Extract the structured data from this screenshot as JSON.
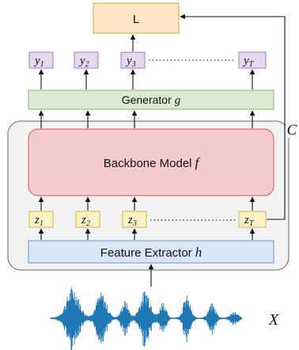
{
  "diagram": {
    "loss_label": "L",
    "generator_label": "Generator",
    "generator_symbol": "g",
    "backbone_label": "Backbone Model",
    "backbone_symbol": "f",
    "feature_label": "Feature Extractor",
    "feature_symbol": "h",
    "condition_label": "C",
    "input_label": "X",
    "outputs": [
      {
        "base": "y",
        "sub": "1"
      },
      {
        "base": "y",
        "sub": "2"
      },
      {
        "base": "y",
        "sub": "3"
      },
      {
        "base": "y",
        "sub": "T"
      }
    ],
    "latents": [
      {
        "base": "z",
        "sub": "1"
      },
      {
        "base": "z",
        "sub": "2"
      },
      {
        "base": "z",
        "sub": "3"
      },
      {
        "base": "z",
        "sub": "T"
      }
    ],
    "colors": {
      "loss_fill": "#fde6c3",
      "loss_stroke": "#d9a441",
      "token_fill": "#e6d9ef",
      "token_stroke": "#9e7cc1",
      "generator_fill": "#d9ecd2",
      "generator_stroke": "#85b472",
      "backbone_fill": "#f6cbcb",
      "backbone_stroke": "#c8595c",
      "latent_fill": "#fff2c6",
      "latent_stroke": "#d5b443",
      "feature_fill": "#d9e6f7",
      "feature_stroke": "#6c94c8",
      "container_fill": "#f2f2f2",
      "container_stroke": "#666666",
      "waveform": "#1f77b4"
    }
  }
}
